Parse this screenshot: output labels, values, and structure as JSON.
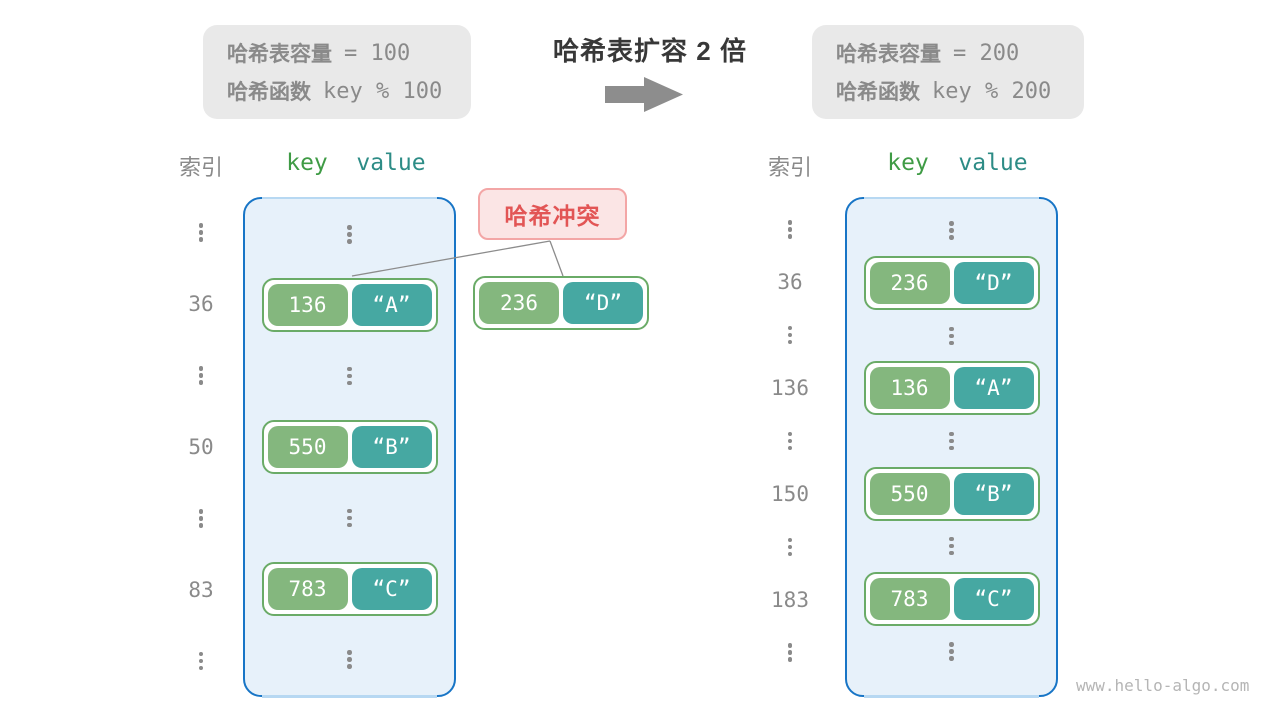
{
  "title": "哈希表扩容 2 倍",
  "notes": {
    "before": {
      "capacity_label": "哈希表容量",
      "capacity_value": "=  100",
      "hash_label": "哈希函数",
      "hash_value": "key % 100"
    },
    "after": {
      "capacity_label": "哈希表容量",
      "capacity_value": "=  200",
      "hash_label": "哈希函数",
      "hash_value": "key % 200"
    }
  },
  "collision": {
    "label": "哈希冲突"
  },
  "external_pair": {
    "key": "236",
    "value": "“D”"
  },
  "left_panel": {
    "index_header": "索引",
    "key_header": "key",
    "value_header": "value",
    "rows": [
      {
        "type": "dots"
      },
      {
        "type": "pair",
        "index": "36",
        "key": "136",
        "value": "“A”"
      },
      {
        "type": "dots"
      },
      {
        "type": "pair",
        "index": "50",
        "key": "550",
        "value": "“B”"
      },
      {
        "type": "dots"
      },
      {
        "type": "pair",
        "index": "83",
        "key": "783",
        "value": "“C”"
      },
      {
        "type": "dots"
      }
    ]
  },
  "right_panel": {
    "index_header": "索引",
    "key_header": "key",
    "value_header": "value",
    "rows": [
      {
        "type": "dots"
      },
      {
        "type": "pair",
        "index": "36",
        "key": "236",
        "value": "“D”"
      },
      {
        "type": "dots"
      },
      {
        "type": "pair",
        "index": "136",
        "key": "136",
        "value": "“A”"
      },
      {
        "type": "dots"
      },
      {
        "type": "pair",
        "index": "150",
        "key": "550",
        "value": "“B”"
      },
      {
        "type": "dots"
      },
      {
        "type": "pair",
        "index": "183",
        "key": "783",
        "value": "“C”"
      },
      {
        "type": "dots"
      }
    ]
  },
  "watermark": "www.hello-algo.com",
  "colors": {
    "key_cell": "#84b77e",
    "value_cell": "#46a8a2",
    "pair_border": "#6aab67",
    "key_header": "#3f9b45",
    "value_header": "#2d8c86",
    "table_border": "#1875c6",
    "table_fill": "#e7f1fa",
    "table_edge_faint": "#b7d8f2",
    "collision_text": "#e25555",
    "collision_fill": "#fbe5e5",
    "collision_border": "#f3a6a6",
    "note_fill": "#e9e9e9",
    "muted_text": "#8a8a8a",
    "title_text": "#383838",
    "arrow": "#8d8d8d",
    "connector": "#8c8c8c",
    "watermark": "#b5b5b5"
  }
}
